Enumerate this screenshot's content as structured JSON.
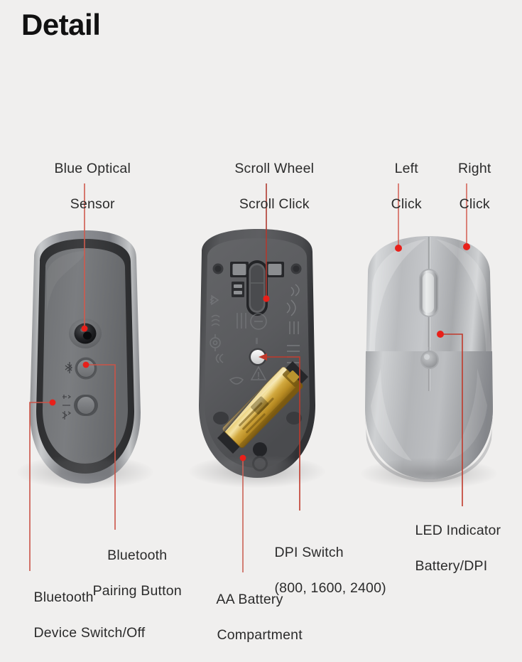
{
  "page": {
    "title": "Detail",
    "background_color": "#f0efee",
    "title_color": "#111111",
    "leader_color": "#c0392b",
    "leader_color_light": "#d98d86",
    "dot_color": "#e8201a",
    "label_color": "#2b2b2b"
  },
  "callouts": [
    {
      "id": "blue-optical-sensor",
      "line1": "Blue Optical",
      "line2": "Sensor",
      "target": "left-mouse-optical-sensor"
    },
    {
      "id": "scroll-wheel",
      "line1": "Scroll Wheel",
      "line2": "Scroll Click",
      "target": "middle-mouse-scroll-wheel-slot"
    },
    {
      "id": "left-click",
      "line1": "Left",
      "line2": "Click",
      "target": "right-mouse-left-button"
    },
    {
      "id": "right-click",
      "line1": "Right",
      "line2": "Click",
      "target": "right-mouse-right-button"
    },
    {
      "id": "bluetooth-pairing-button",
      "line1": "Bluetooth",
      "line2": "Pairing Button",
      "target": "left-mouse-pairing-button"
    },
    {
      "id": "bluetooth-device-switch",
      "line1": "Bluetooth",
      "line2": "Device Switch/Off",
      "target": "left-mouse-device-switch"
    },
    {
      "id": "aa-battery-compartment",
      "line1": "AA Battery",
      "line2": "Compartment",
      "target": "middle-mouse-battery"
    },
    {
      "id": "dpi-switch",
      "line1": "DPI Switch",
      "line2": "(800, 1600, 2400)",
      "target": "middle-mouse-dpi-button"
    },
    {
      "id": "led-indicator",
      "line1": "LED Indicator",
      "line2": "Battery/DPI",
      "target": "right-mouse-led-indicator"
    }
  ],
  "products": [
    {
      "id": "left-mouse",
      "view": "bottom view, sensor side",
      "features": [
        "optical sensor",
        "bluetooth pairing button",
        "bluetooth device switch"
      ]
    },
    {
      "id": "middle-mouse",
      "view": "bottom view, cover removed",
      "features": [
        "scroll wheel slot",
        "dpi switch",
        "aa battery",
        "regulatory markings"
      ]
    },
    {
      "id": "right-mouse",
      "view": "top view",
      "features": [
        "left click",
        "right click",
        "scroll wheel",
        "led indicator"
      ]
    }
  ]
}
